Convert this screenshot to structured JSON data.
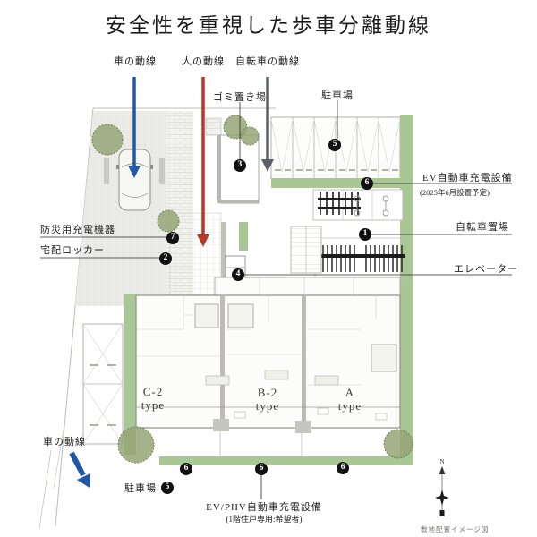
{
  "title": "安全性を重視した歩車分離動線",
  "legend": {
    "car_route": "車の動線",
    "person_route": "人の動線",
    "bicycle_route": "自転車の動線"
  },
  "labels": {
    "garbage_area": "ゴミ置き場",
    "parking_top": "駐車場",
    "ev_charging": "EV自動車充電設備",
    "ev_charging_note": "(2025年6月設置予定)",
    "bicycle_parking": "自転車置場",
    "elevator": "エレベーター",
    "disaster_charger": "防災用充電機器",
    "delivery_locker": "宅配ロッカー",
    "car_route_bottom": "車の動線",
    "parking_bottom": "駐車場",
    "ev_phv_charging": "EV/PHV自動車充電設備",
    "ev_phv_note": "(1階住戸専用:希望者)",
    "caption": "敷地配置イメージ図",
    "compass_north": "N"
  },
  "units": [
    {
      "name": "C-2",
      "suffix": "type"
    },
    {
      "name": "B-2",
      "suffix": "type"
    },
    {
      "name": "A",
      "suffix": "type"
    }
  ],
  "markers": {
    "n1": "1",
    "n2": "2",
    "n3": "3",
    "n4": "4",
    "n5": "5",
    "n6": "6",
    "n7": "7"
  },
  "colors": {
    "car_route_blue": "#2058a5",
    "person_route_red": "#b63a28",
    "bicycle_route_gray": "#5b6066",
    "landscape_green": "#a9c795",
    "marker_black": "#111111"
  }
}
